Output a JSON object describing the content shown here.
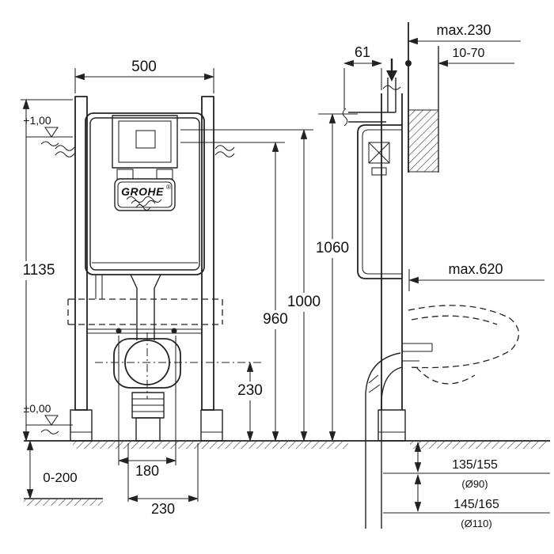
{
  "drawing": {
    "brand": "GROHE",
    "brand_reg": "®",
    "front": {
      "dim_width": "500",
      "level_upper": "+1,00",
      "dim_height": "1135",
      "level_floor": "±0,00",
      "dim_outlet_height": "230",
      "dim_960": "960",
      "dim_1000": "1000",
      "dim_floor_adjust": "0-200",
      "dim_bolt_spacing": "180",
      "dim_bottom_230": "230"
    },
    "side": {
      "dim_61": "61",
      "dim_max_depth": "max.230",
      "dim_wall_range": "10-70",
      "dim_1060": "1060",
      "dim_max_620": "max.620",
      "dim_outlet_a": "135/155",
      "dim_outlet_a_d": "(Ø90)",
      "dim_outlet_b": "145/165",
      "dim_outlet_b_d": "(Ø110)"
    }
  }
}
